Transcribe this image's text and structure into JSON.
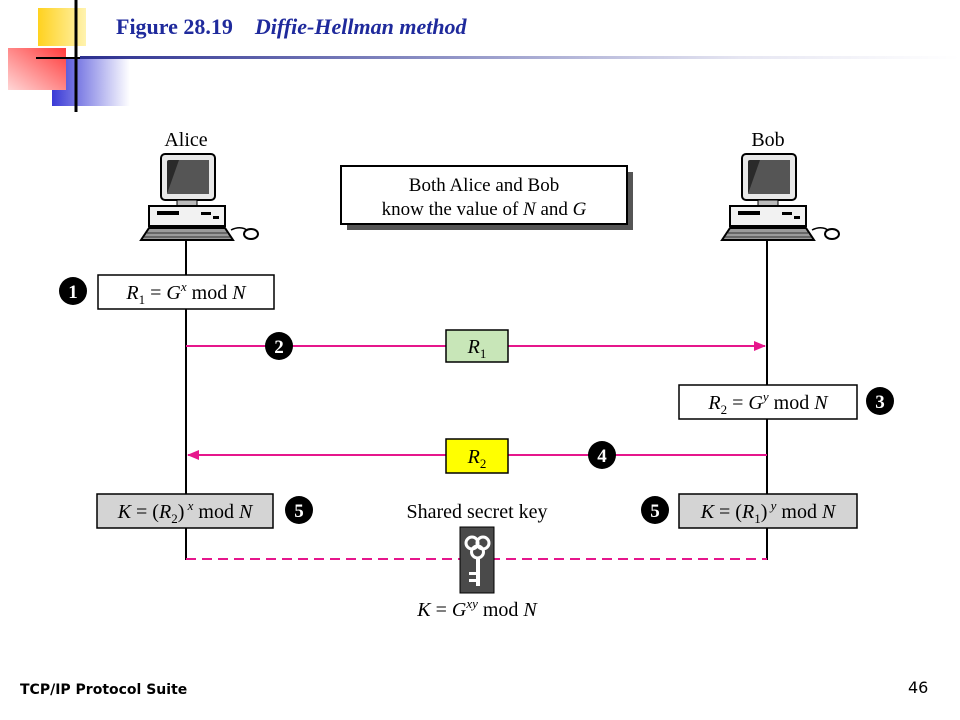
{
  "slide": {
    "figure_number": "Figure 28.19",
    "figure_title": "Diffie-Hellman method",
    "footer": "TCP/IP Protocol Suite",
    "page_number": "46"
  },
  "diagram": {
    "parties": {
      "left": "Alice",
      "right": "Bob"
    },
    "note": {
      "line1": "Both Alice and Bob",
      "line2_prefix": "know the value of ",
      "line2_var1": "N",
      "line2_mid": " and ",
      "line2_var2": "G"
    },
    "steps": [
      {
        "number": "1",
        "label": "R1 = G^x mod N"
      },
      {
        "number": "2",
        "label": "R1"
      },
      {
        "number": "3",
        "label": "R2 = G^y mod N"
      },
      {
        "number": "4",
        "label": "R2"
      },
      {
        "number": "5",
        "label": "K = (R2)^x mod N"
      },
      {
        "number": "5",
        "label": "K = (R1)^y mod N"
      }
    ],
    "shared_key_caption": "Shared secret key",
    "shared_key_formula": "K = G^xy mod N",
    "colors": {
      "arrow": "#e6168c",
      "r1_box": "#c8e6b8",
      "r2_box": "#ffff00",
      "key_box": "#d4d4d4",
      "step_circle": "#000000",
      "title": "#1f2a9c"
    },
    "icons": [
      "computer-icon",
      "key-icon"
    ]
  }
}
